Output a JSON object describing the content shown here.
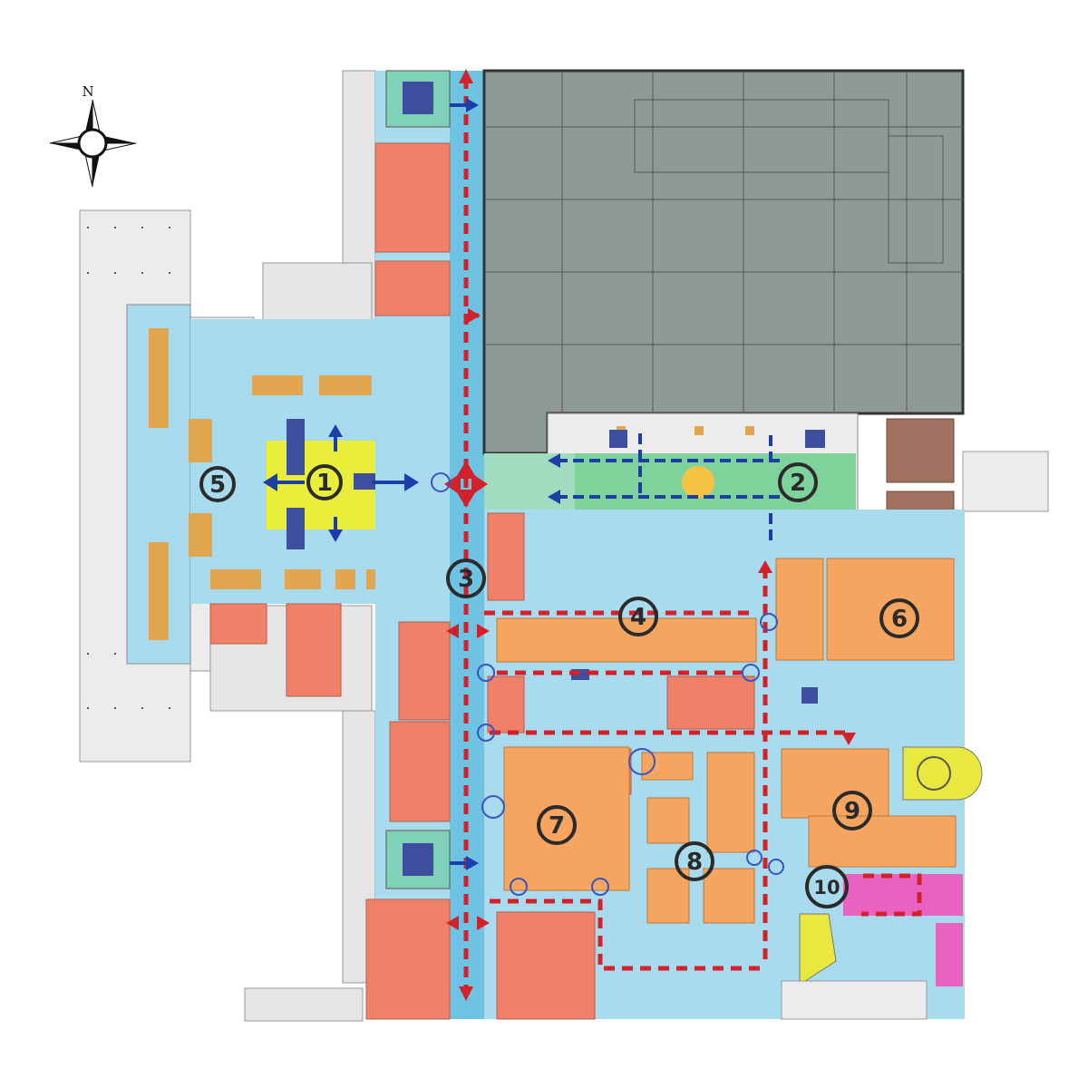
{
  "compass": {
    "north_label": "N"
  },
  "zones": [
    {
      "id": "zone-1",
      "label": "1"
    },
    {
      "id": "zone-2",
      "label": "2"
    },
    {
      "id": "zone-3",
      "label": "3"
    },
    {
      "id": "zone-4",
      "label": "4"
    },
    {
      "id": "zone-5",
      "label": "5"
    },
    {
      "id": "zone-6",
      "label": "6"
    },
    {
      "id": "zone-7",
      "label": "7"
    },
    {
      "id": "zone-8",
      "label": "8"
    },
    {
      "id": "zone-9",
      "label": "9"
    },
    {
      "id": "zone-10",
      "label": "10"
    }
  ],
  "colors": {
    "background": "#ffffff",
    "building_light": "#e8e8e8",
    "circulation": "#a9dbee",
    "corridor_blue": "#6ec3e3",
    "retail_salmon": "#f08068",
    "retail_orange": "#f5a560",
    "anchor_gray": "#8f9a97",
    "food_court_green": "#7ed39a",
    "atrium_yellow": "#e9ee3a",
    "kiosk_tan": "#e3a650",
    "brown_block": "#a07060",
    "pink_block": "#e862c0",
    "ramp_yellow": "#e8e840",
    "escalator_blue": "#3e4fa0",
    "route_red": "#d3212b",
    "route_blue": "#1d3ea8",
    "label_ring": "#2b2b2b"
  }
}
